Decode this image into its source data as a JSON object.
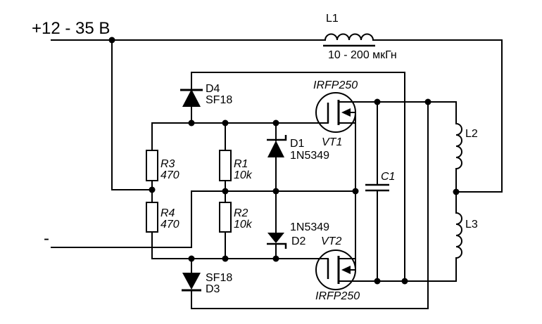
{
  "power": {
    "positive_label": "+12 - 35 В",
    "negative_label": "-"
  },
  "components": {
    "L1": {
      "ref": "L1",
      "value": "10 - 200 мкГн"
    },
    "L2": {
      "ref": "L2"
    },
    "L3": {
      "ref": "L3"
    },
    "C1": {
      "ref": "C1"
    },
    "R1": {
      "ref": "R1",
      "value": "10k"
    },
    "R2": {
      "ref": "R2",
      "value": "10k"
    },
    "R3": {
      "ref": "R3",
      "value": "470"
    },
    "R4": {
      "ref": "R4",
      "value": "470"
    },
    "D1": {
      "ref": "D1",
      "value": "1N5349"
    },
    "D2": {
      "ref": "D2",
      "value": "1N5349"
    },
    "D3": {
      "ref": "D3",
      "value": "SF18"
    },
    "D4": {
      "ref": "D4",
      "value": "SF18"
    },
    "VT1": {
      "ref": "VT1",
      "value": "IRFP250"
    },
    "VT2": {
      "ref": "VT2",
      "value": "IRFP250"
    }
  },
  "colors": {
    "wire": "#000000",
    "background": "#ffffff"
  }
}
